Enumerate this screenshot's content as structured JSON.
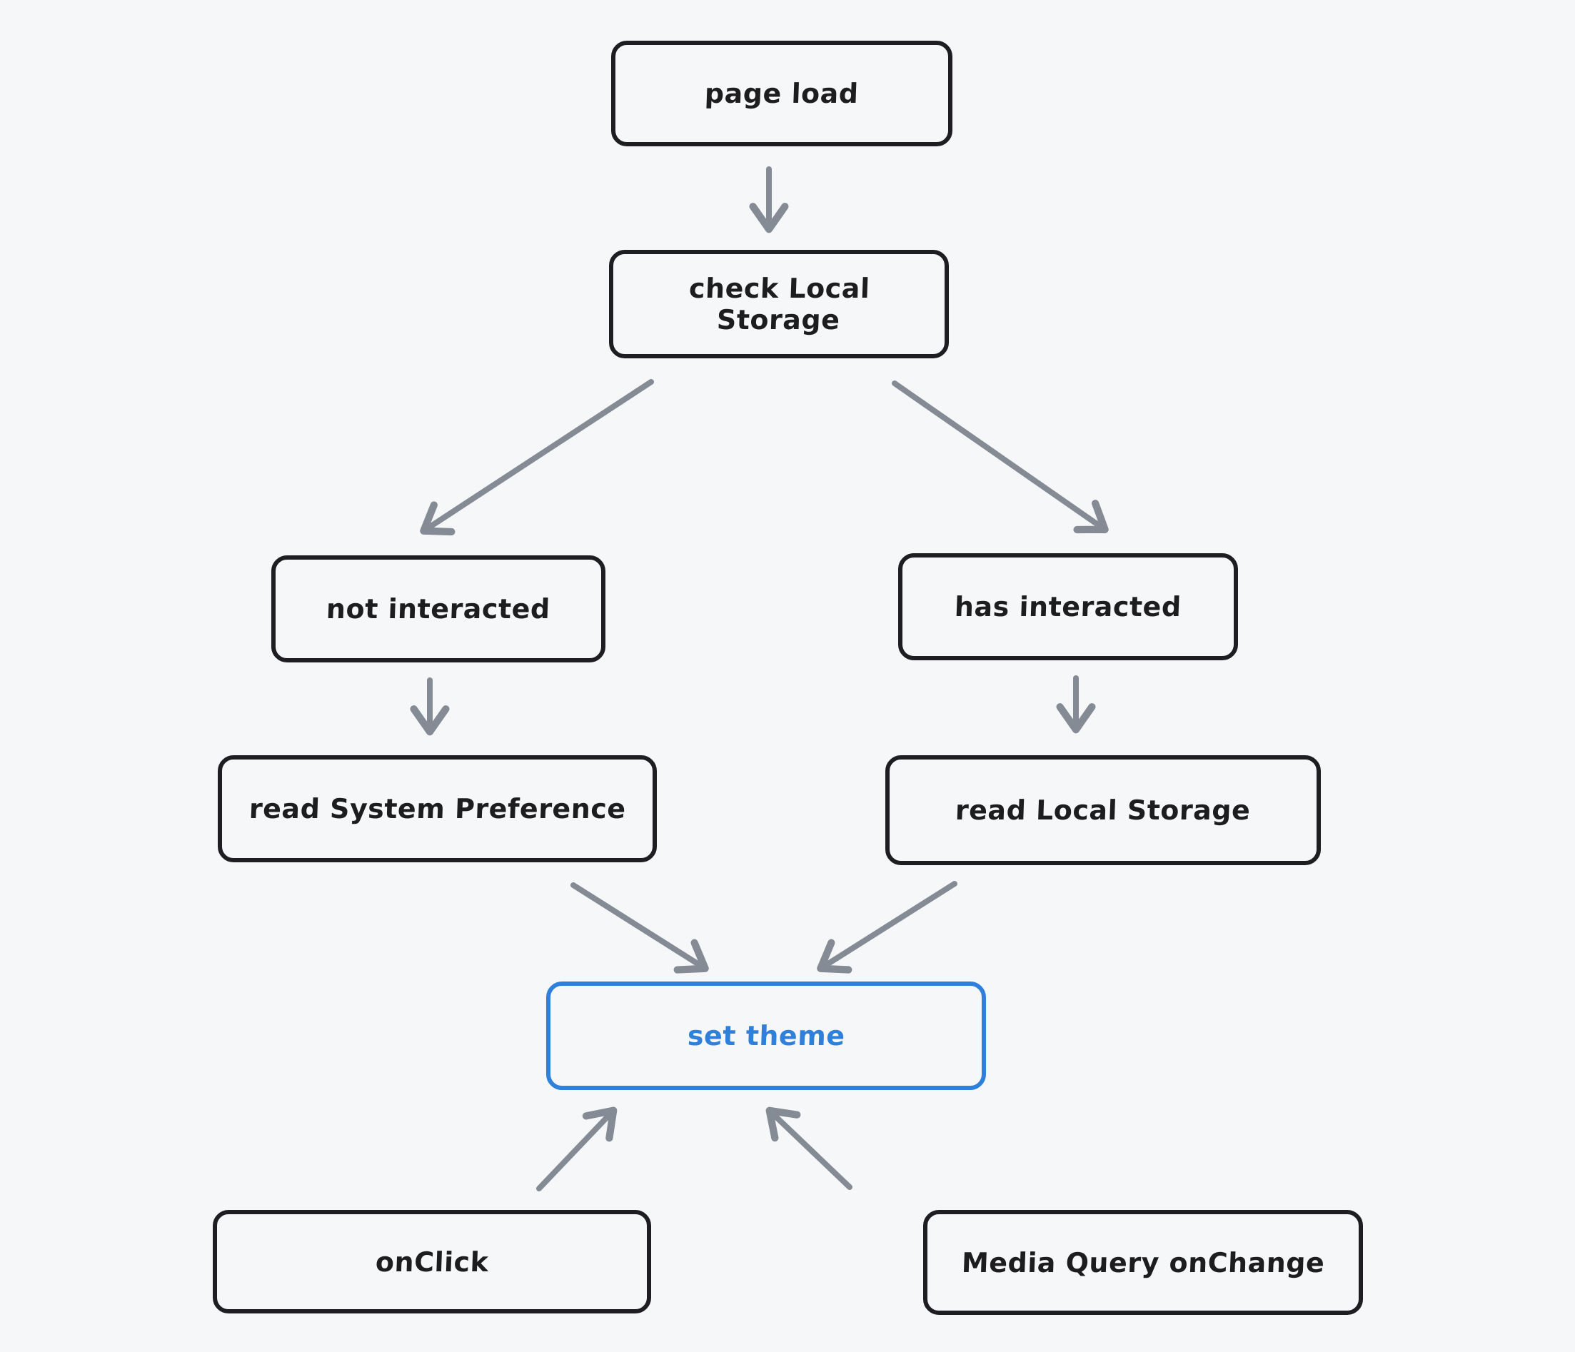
{
  "diagram": {
    "description": "theme initialization flowchart",
    "colors": {
      "background": "#f6f7f9",
      "node_stroke": "#1e1e22",
      "node_text": "#1d1d20",
      "accent_blue": "#2e80db",
      "arrow_gray": "#848b94"
    },
    "nodes": [
      {
        "id": "page-load",
        "label": "page load"
      },
      {
        "id": "check-local-storage",
        "label": "check Local Storage"
      },
      {
        "id": "not-interacted",
        "label": "not interacted"
      },
      {
        "id": "has-interacted",
        "label": "has interacted"
      },
      {
        "id": "read-system-preference",
        "label": "read System Preference"
      },
      {
        "id": "read-local-storage",
        "label": "read Local Storage"
      },
      {
        "id": "set-theme",
        "label": "set theme"
      },
      {
        "id": "onclick",
        "label": "onClick"
      },
      {
        "id": "media-query-onchange",
        "label": "Media Query onChange"
      }
    ],
    "edges": [
      {
        "from": "page-load",
        "to": "check-local-storage"
      },
      {
        "from": "check-local-storage",
        "to": "not-interacted"
      },
      {
        "from": "check-local-storage",
        "to": "has-interacted"
      },
      {
        "from": "not-interacted",
        "to": "read-system-preference"
      },
      {
        "from": "has-interacted",
        "to": "read-local-storage"
      },
      {
        "from": "read-system-preference",
        "to": "set-theme"
      },
      {
        "from": "read-local-storage",
        "to": "set-theme"
      },
      {
        "from": "onclick",
        "to": "set-theme"
      },
      {
        "from": "media-query-onchange",
        "to": "set-theme"
      }
    ]
  }
}
